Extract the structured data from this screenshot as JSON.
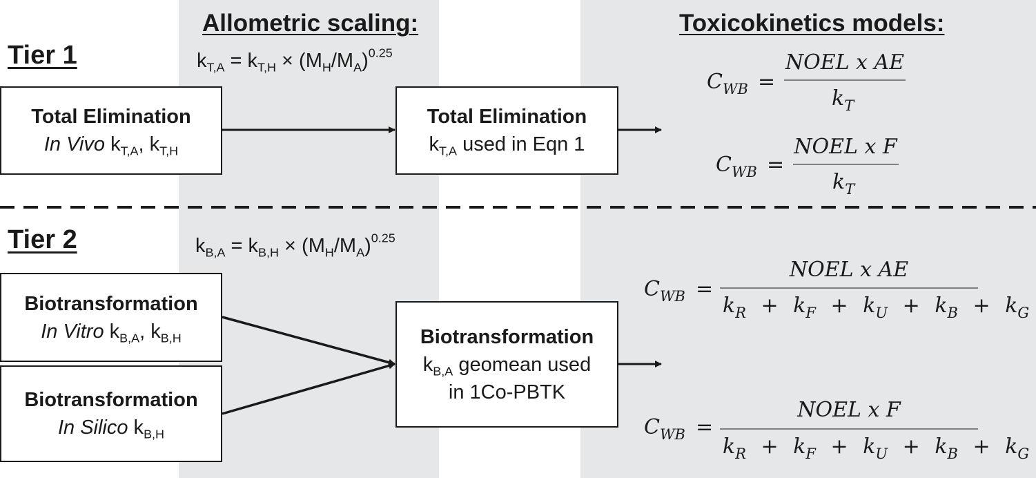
{
  "headings": {
    "allometric": "Allometric scaling:",
    "tk_models": "Toxicokinetics models:"
  },
  "tier1": {
    "label": "Tier 1",
    "scaling": {
      "k": "k",
      "sub_a": "T,A",
      "eq": " = ",
      "sub_h": "T,H",
      "times": " × (M",
      "h": "H",
      "slash": "/M",
      "a": "A",
      "close": ")",
      "exp": "0.25"
    },
    "input_box": {
      "title": "Total Elimination",
      "italic": "In Vivo",
      "k1": " k",
      "k1_sub": "T,A",
      "comma": ", k",
      "k2_sub": "T,H"
    },
    "output_box": {
      "title": "Total Elimination",
      "k": "k",
      "k_sub": "T,A",
      "text": " used in Eqn 1"
    },
    "equations": [
      {
        "lhs": "C",
        "lhs_sub": "WB",
        "eq": "=",
        "numerator": "NOEL x AE",
        "den": "k",
        "den_sub": "T"
      },
      {
        "lhs": "C",
        "lhs_sub": "WB",
        "eq": "=",
        "numerator": "NOEL x F",
        "den": "k",
        "den_sub": "T"
      }
    ]
  },
  "tier2": {
    "label": "Tier 2",
    "scaling": {
      "k": "k",
      "sub_a": "B,A",
      "eq": " = ",
      "sub_h": "B,H",
      "times": " × (M",
      "h": "H",
      "slash": "/M",
      "a": "A",
      "close": ")",
      "exp": "0.25"
    },
    "input_box_1": {
      "title": "Biotransformation",
      "italic": "In Vitro",
      "k1": " k",
      "k1_sub": "B,A",
      "comma": ", k",
      "k2_sub": "B,H"
    },
    "input_box_2": {
      "title": "Biotransformation",
      "italic": "In Silico",
      "k1": " k",
      "k1_sub": "B,H"
    },
    "output_box": {
      "title": "Biotransformation",
      "k": "k",
      "k_sub": "B,A",
      "line2": " geomean used",
      "line3": "in 1Co-PBTK"
    },
    "equations": [
      {
        "lhs": "C",
        "lhs_sub": "WB",
        "eq": "=",
        "numerator": "NOEL x AE",
        "den_terms": [
          {
            "k": "k",
            "sub": "R"
          },
          {
            "k": "k",
            "sub": "F"
          },
          {
            "k": "k",
            "sub": "U"
          },
          {
            "k": "k",
            "sub": "B"
          },
          {
            "k": "k",
            "sub": "G"
          }
        ],
        "plus": "+"
      },
      {
        "lhs": "C",
        "lhs_sub": "WB",
        "eq": "=",
        "numerator": "NOEL x F",
        "den_terms": [
          {
            "k": "k",
            "sub": "R"
          },
          {
            "k": "k",
            "sub": "F"
          },
          {
            "k": "k",
            "sub": "U"
          },
          {
            "k": "k",
            "sub": "B"
          },
          {
            "k": "k",
            "sub": "G"
          }
        ],
        "plus": "+"
      }
    ]
  },
  "colors": {
    "band": "#e6e7e8",
    "line": "#1a1a1a",
    "fraction_bar": "#808080"
  }
}
